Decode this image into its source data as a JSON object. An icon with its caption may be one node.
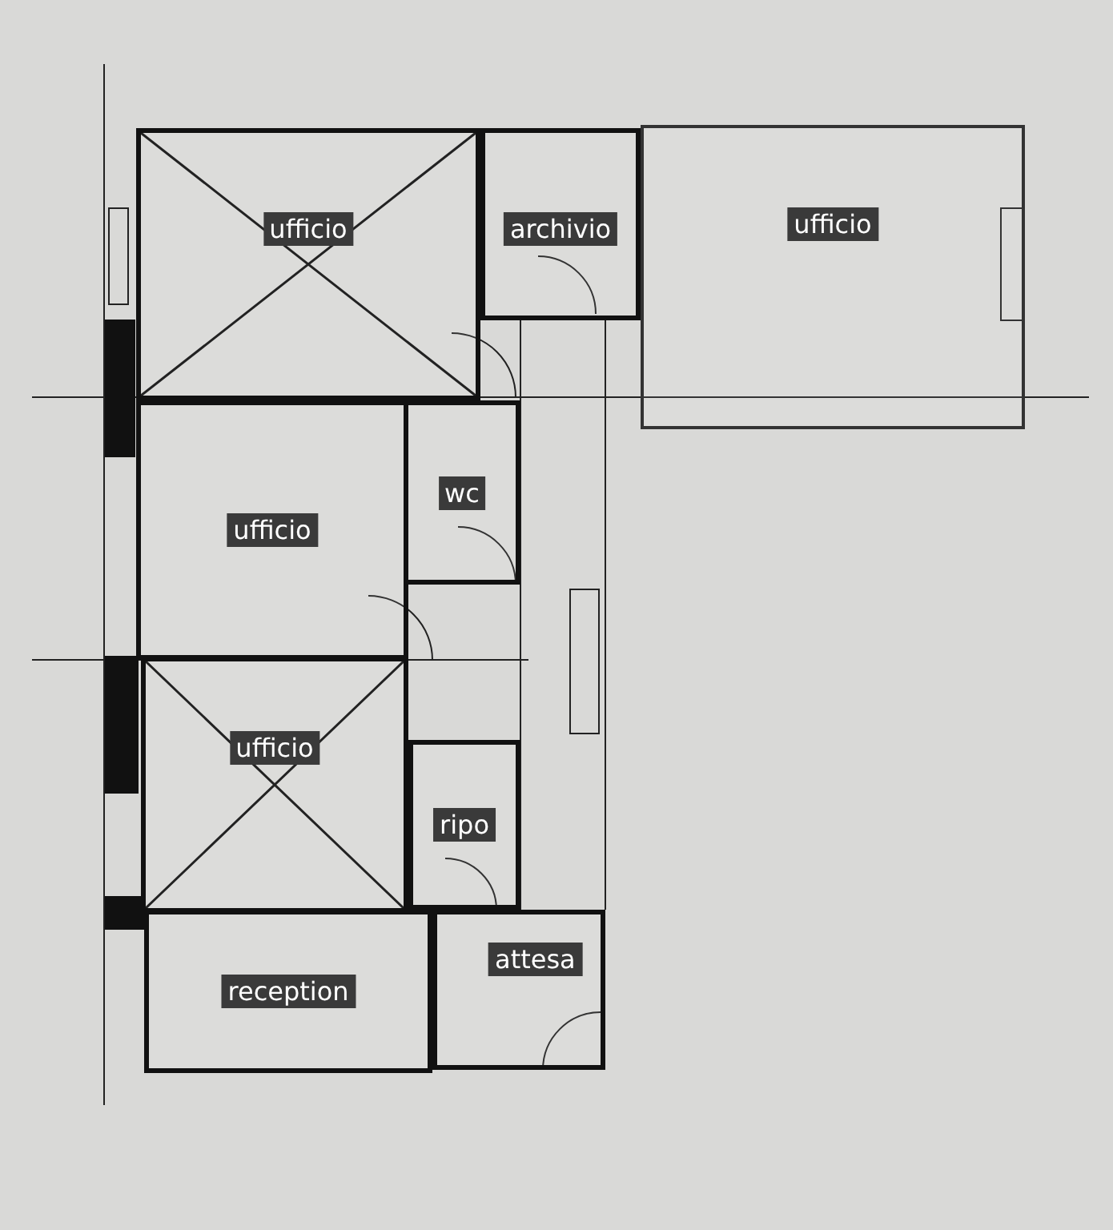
{
  "diagram": {
    "nodes": [
      {
        "text": [
          "ufficio"
        ]
      },
      {
        "text": [
          "archivio"
        ]
      },
      {
        "text": [
          "ufficio"
        ]
      },
      {
        "text": [
          "ufficio"
        ]
      },
      {
        "text": [
          "wc"
        ]
      },
      {
        "text": [
          "ufficio"
        ]
      },
      {
        "text": [
          "ripo"
        ]
      },
      {
        "text": [
          "reception"
        ]
      },
      {
        "text": [
          "attesa"
        ]
      }
    ]
  }
}
